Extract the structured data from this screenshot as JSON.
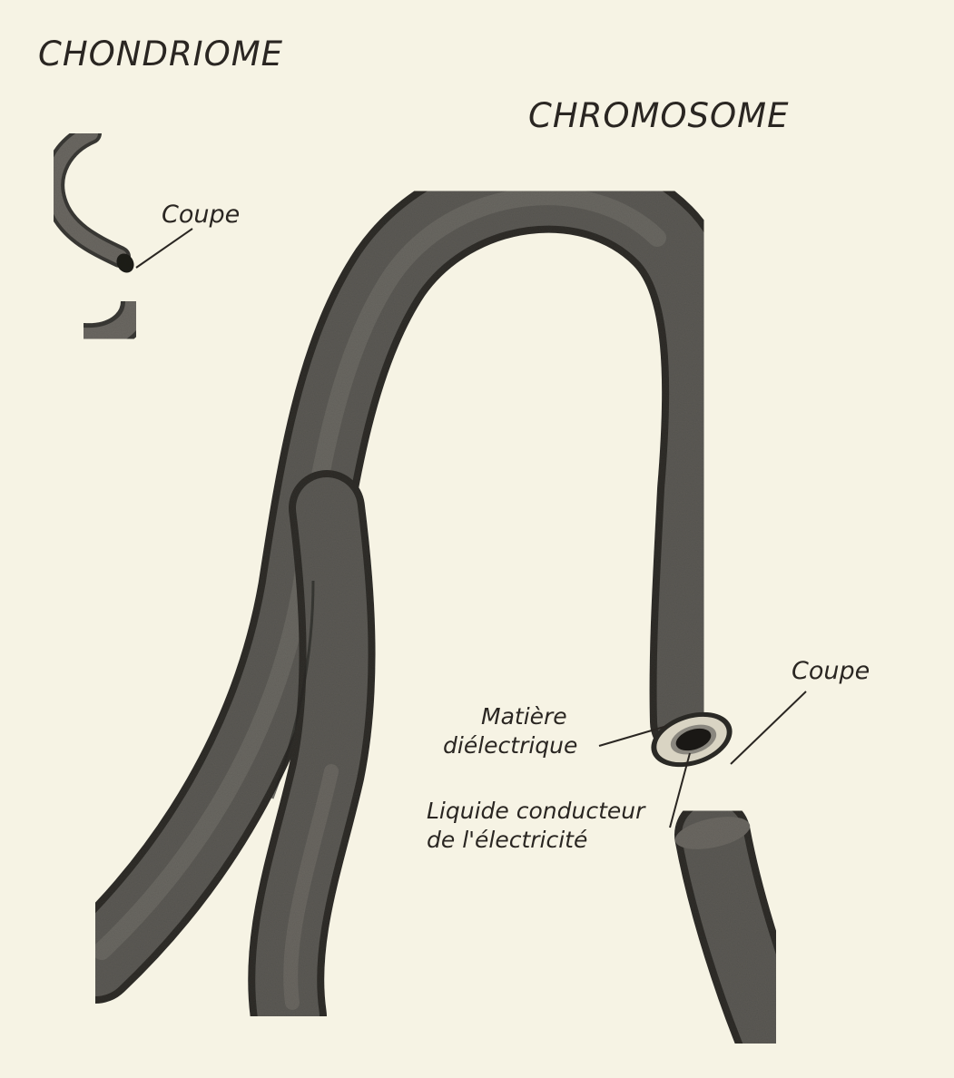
{
  "labels": {
    "chondriome": "CHONDRIOME",
    "chromosome": "CHROMOSOME",
    "coupe_left": "Coupe",
    "coupe_right": "Coupe",
    "matiere_line1": "Matière",
    "matiere_line2": "diélectrique",
    "liquide_line1": "Liquide conducteur",
    "liquide_line2": "de l'électricité"
  },
  "colors": {
    "background": "#f6f3e4",
    "tube_fill": "#5c5a55",
    "tube_dark": "#3a3935",
    "tube_light": "#7b7872",
    "text": "#2a2622",
    "dielectric": "#d9d4c3",
    "core": "#1a1815"
  }
}
